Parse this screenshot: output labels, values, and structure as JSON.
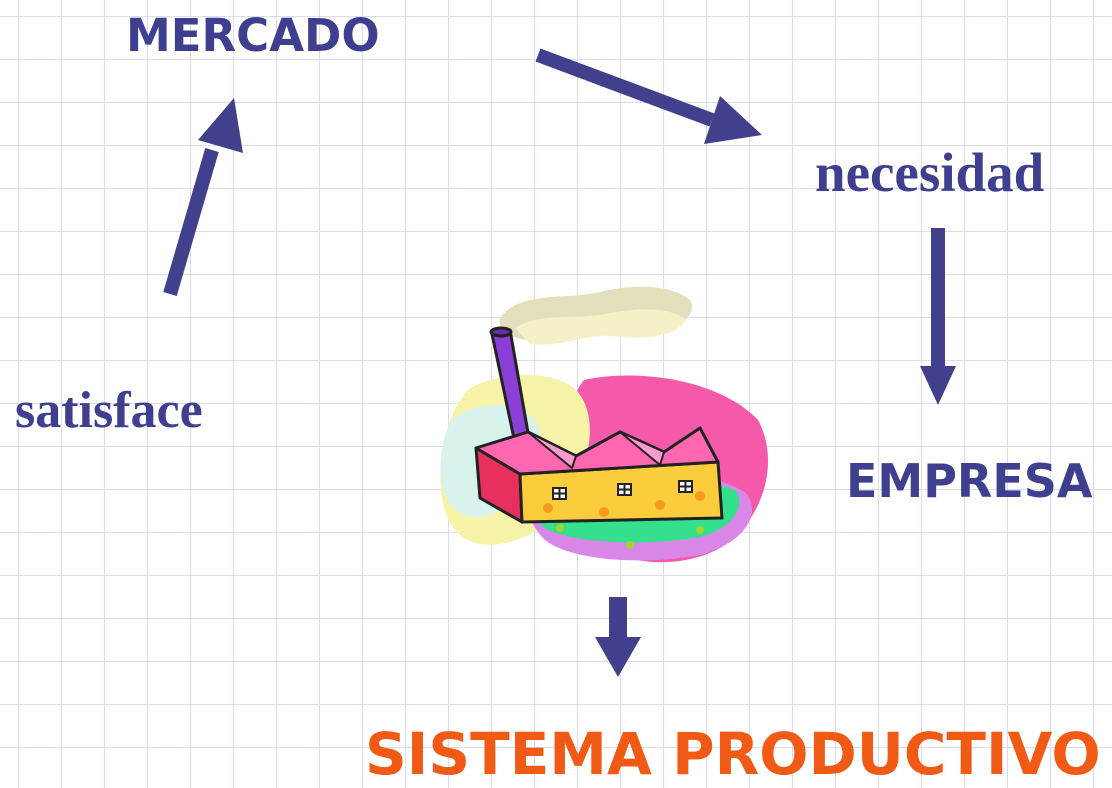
{
  "labels": {
    "mercado": "MERCADO",
    "necesidad": "necesidad",
    "satisface": "satisface",
    "empresa": "EMPRESA",
    "sistema": "SISTEMA PRODUCTIVO"
  },
  "colors": {
    "label_blue": "#3f3f8f",
    "arrow_blue": "#40408c",
    "highlight_orange": "#f05a14",
    "grid": "#dcdcf0"
  },
  "icons": {
    "factory": "factory-clipart-icon"
  }
}
